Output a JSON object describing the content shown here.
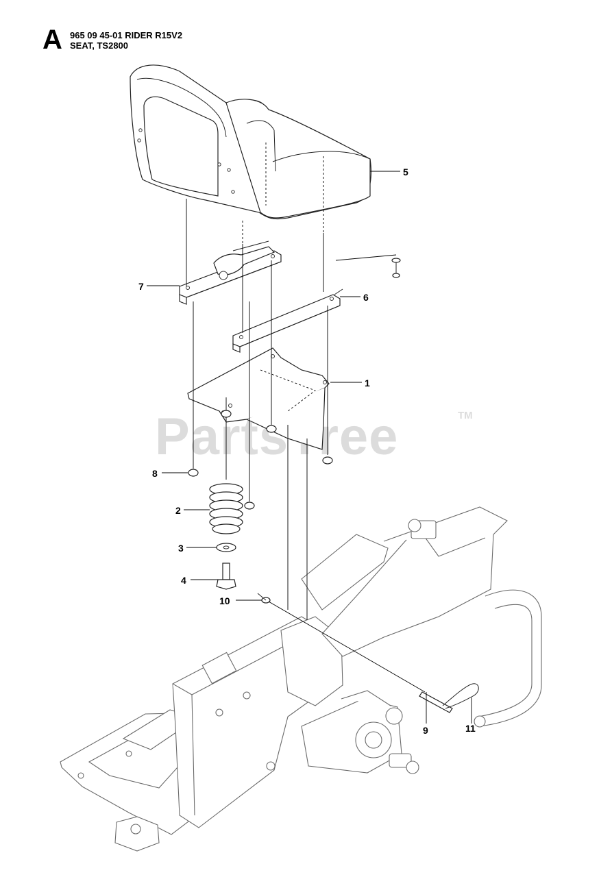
{
  "header": {
    "section_letter": "A",
    "line1": "965 09 45-01 RIDER R15V2",
    "line2": "SEAT, TS2800"
  },
  "watermark": {
    "text": "PartsTree",
    "tm": "TM"
  },
  "callouts": [
    {
      "id": "c5",
      "label": "5"
    },
    {
      "id": "c6",
      "label": "6"
    },
    {
      "id": "c7",
      "label": "7"
    },
    {
      "id": "c1",
      "label": "1"
    },
    {
      "id": "c8",
      "label": "8"
    },
    {
      "id": "c2",
      "label": "2"
    },
    {
      "id": "c3",
      "label": "3"
    },
    {
      "id": "c4",
      "label": "4"
    },
    {
      "id": "c10",
      "label": "10"
    },
    {
      "id": "c9",
      "label": "9"
    },
    {
      "id": "c11",
      "label": "11"
    }
  ],
  "parts": [
    {
      "number": "1",
      "name": "seat-pan-bracket"
    },
    {
      "number": "2",
      "name": "spring"
    },
    {
      "number": "3",
      "name": "washer"
    },
    {
      "number": "4",
      "name": "bolt"
    },
    {
      "number": "5",
      "name": "seat"
    },
    {
      "number": "6",
      "name": "right-slide-rail"
    },
    {
      "number": "7",
      "name": "left-slide-rail"
    },
    {
      "number": "8",
      "name": "nut"
    },
    {
      "number": "9",
      "name": "pivot-pin"
    },
    {
      "number": "10",
      "name": "small-washer"
    },
    {
      "number": "11",
      "name": "hair-pin-clip"
    }
  ]
}
